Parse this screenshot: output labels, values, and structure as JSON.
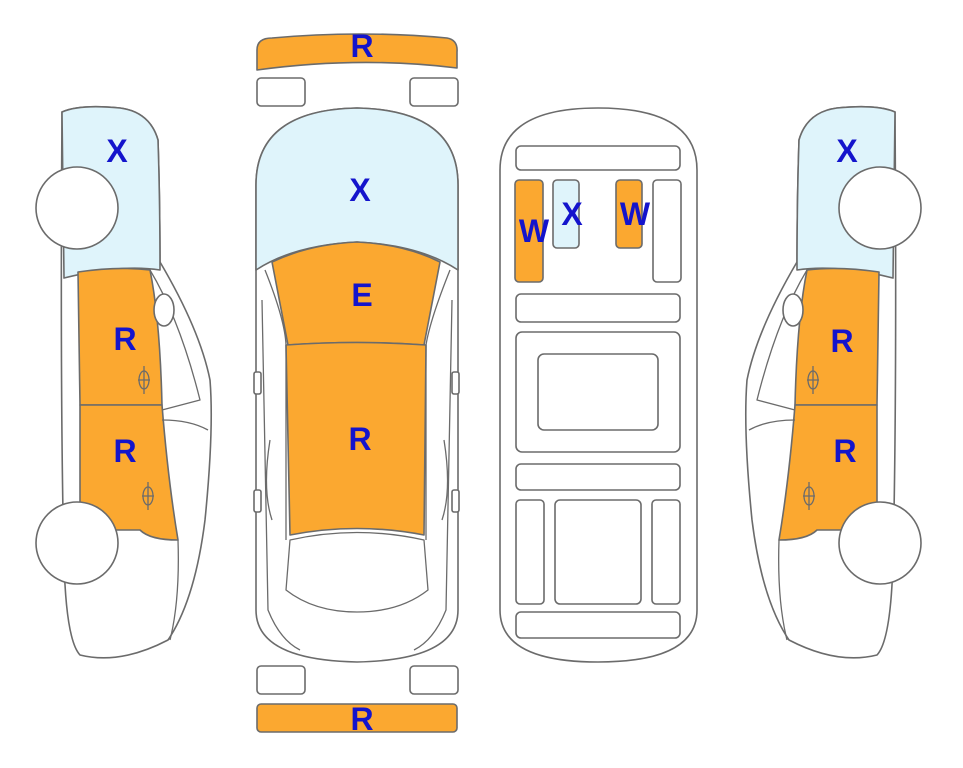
{
  "colors": {
    "R": "#fba830",
    "E": "#fba830",
    "W": "#fba830",
    "X": "#dff4fb",
    "label": "#1414cc",
    "outline": "#6b6b6b"
  },
  "labels": {
    "front_bumper": "R",
    "rear_bumper": "R",
    "top_windshield_area": "X",
    "top_hood": "E",
    "top_roof": "R",
    "left_upper": "X",
    "left_front_door": "R",
    "left_rear_door": "R",
    "right_upper": "X",
    "right_front_door": "R",
    "right_rear_door": "R",
    "interior_left_panel": "W",
    "interior_center_panel": "X",
    "interior_right_panel": "W"
  }
}
